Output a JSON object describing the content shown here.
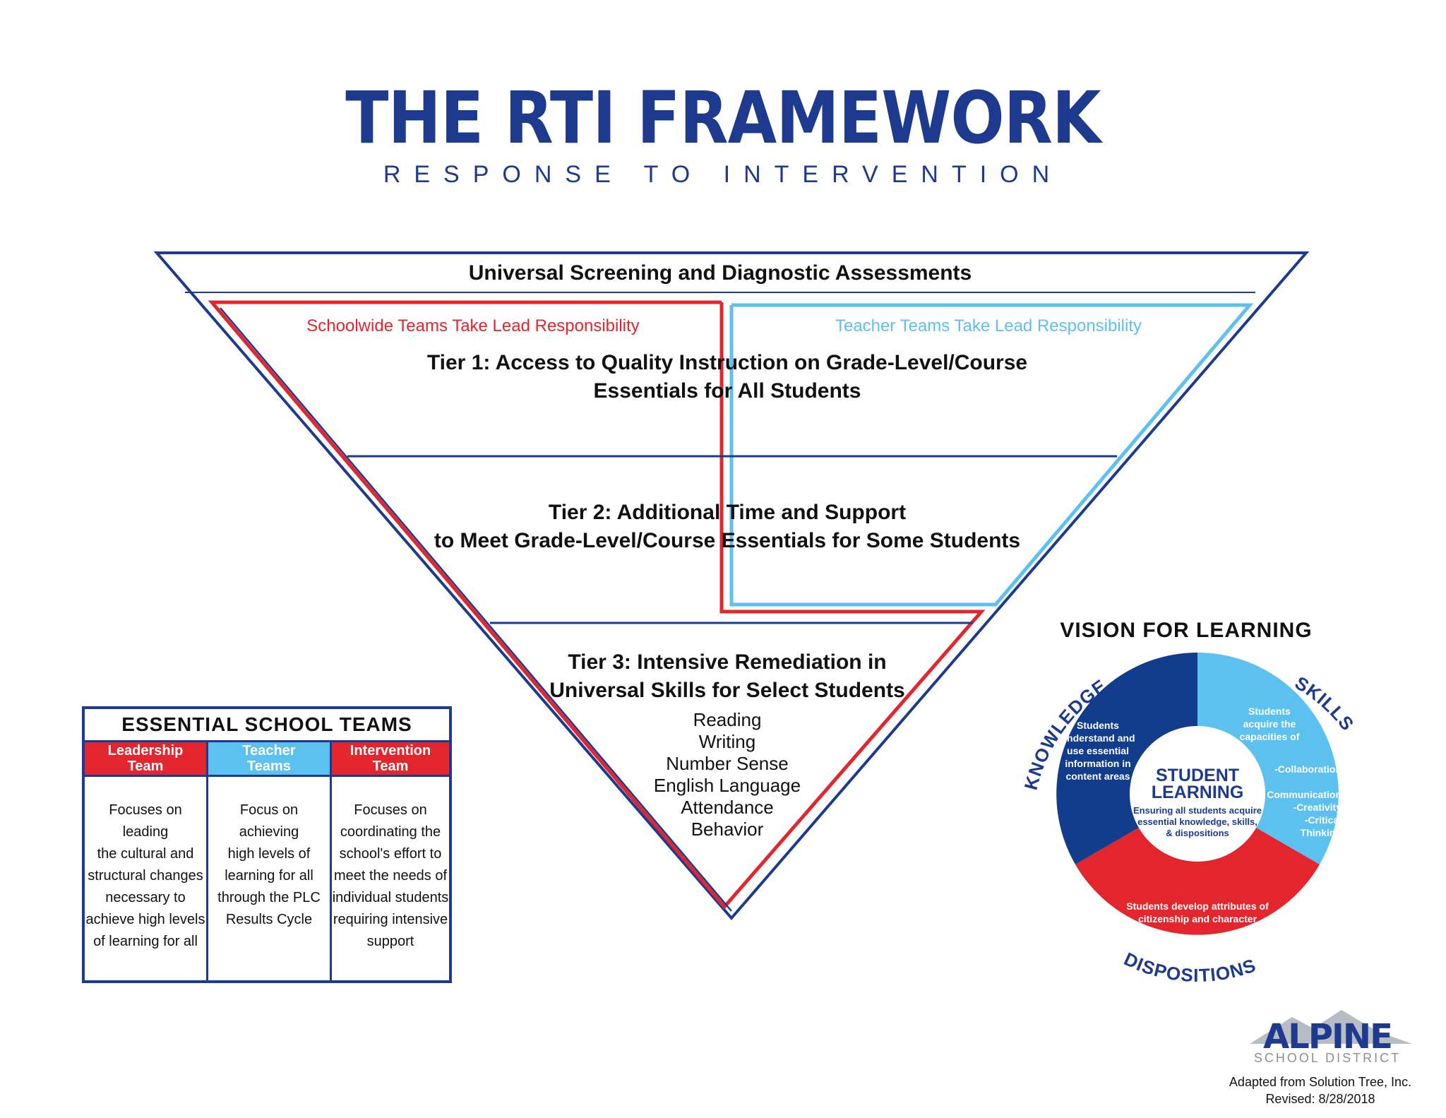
{
  "header": {
    "title": "THE RTI FRAMEWORK",
    "subtitle": "RESPONSE TO INTERVENTION"
  },
  "pyramid": {
    "screening": "Universal Screening and Diagnostic Assessments",
    "lead_left": "Schoolwide Teams Take Lead Responsibility",
    "lead_right": "Teacher Teams Take Lead Responsibility",
    "tier1": {
      "line1": "Tier 1: Access to Quality Instruction on Grade-Level/Course",
      "line2": "Essentials for All Students"
    },
    "tier2": {
      "line1": "Tier 2: Additional Time and Support",
      "line2": "to Meet Grade-Level/Course Essentials for Some Students"
    },
    "tier3": {
      "line1": "Tier 3: Intensive Remediation in",
      "line2": "Universal Skills for Select Students"
    },
    "tier3_skills": [
      "Reading",
      "Writing",
      "Number Sense",
      "English Language",
      "Attendance",
      "Behavior"
    ]
  },
  "teams": {
    "title": "ESSENTIAL SCHOOL TEAMS",
    "columns": [
      {
        "head1": "Leadership",
        "head2": "Team",
        "color": "#e3262e",
        "desc": [
          "Focuses on leading",
          "the cultural and",
          "structural changes",
          "necessary to",
          "achieve high levels",
          "of learning for all"
        ]
      },
      {
        "head1": "Teacher",
        "head2": "Teams",
        "color": "#5cc1ef",
        "desc": [
          "Focus on achieving",
          "high levels of",
          "learning for all",
          "through the PLC",
          "Results Cycle"
        ]
      },
      {
        "head1": "Intervention",
        "head2": "Team",
        "color": "#e3262e",
        "desc": [
          "Focuses on",
          "coordinating the",
          "school's effort to",
          "meet the needs of",
          "individual students",
          "requiring intensive",
          "support"
        ]
      }
    ]
  },
  "vision": {
    "title": "VISION FOR LEARNING",
    "knowledge_label": "KNOWLEDGE",
    "skills_label": "SKILLS",
    "dispositions_label": "DISPOSITIONS",
    "knowledge_text": [
      "Students",
      "understand and",
      "use essential",
      "information in",
      "content areas"
    ],
    "skills_text": [
      "Students",
      "acquire the",
      "capacities of"
    ],
    "skills_list": [
      "-Collaboration",
      "-Communication",
      "-Creativity",
      "-Critical",
      "Thinking"
    ],
    "dispositions_text": [
      "Students develop attributes of",
      "citizenship and character"
    ],
    "center_title1": "STUDENT",
    "center_title2": "LEARNING",
    "center_text": [
      "Ensuring all students acquire",
      "essential knowledge, skills,",
      "& dispositions"
    ],
    "colors": {
      "knowledge": "#123c8c",
      "skills": "#5cc1ef",
      "dispositions": "#e3262e"
    }
  },
  "footer": {
    "logo_word": "ALPINE",
    "logo_sub": "SCHOOL DISTRICT",
    "credit": "Adapted from Solution Tree, Inc.",
    "revised": "Revised: 8/28/2018"
  }
}
